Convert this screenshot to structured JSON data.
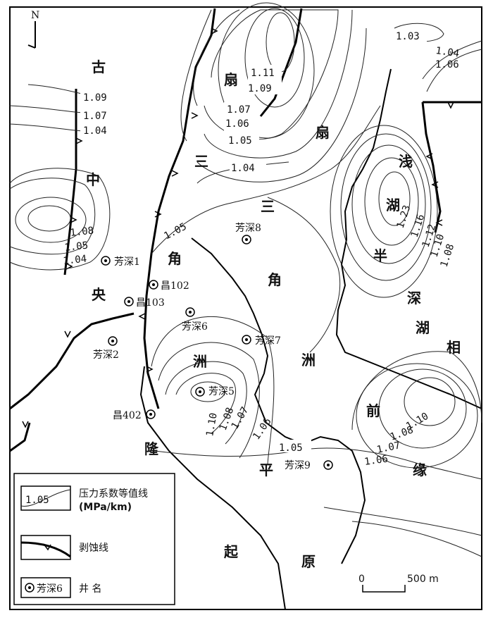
{
  "north_label": "N",
  "regions": [
    {
      "id": "gu",
      "text": "古"
    },
    {
      "id": "zhong",
      "text": "中"
    },
    {
      "id": "yang",
      "text": "央"
    },
    {
      "id": "long",
      "text": "隆"
    },
    {
      "id": "qi",
      "text": "起"
    },
    {
      "id": "shan1",
      "text": "扇"
    },
    {
      "id": "shan2",
      "text": "扇"
    },
    {
      "id": "san1",
      "text": "三"
    },
    {
      "id": "jiao1",
      "text": "角"
    },
    {
      "id": "san2",
      "text": "三"
    },
    {
      "id": "jiao2",
      "text": "角"
    },
    {
      "id": "zhou1",
      "text": "洲"
    },
    {
      "id": "zhou2",
      "text": "洲"
    },
    {
      "id": "ping",
      "text": "平"
    },
    {
      "id": "yuan",
      "text": "原"
    },
    {
      "id": "qian1",
      "text": "浅"
    },
    {
      "id": "hu1",
      "text": "湖"
    },
    {
      "id": "ban",
      "text": "半"
    },
    {
      "id": "shen",
      "text": "深"
    },
    {
      "id": "hu2",
      "text": "湖"
    },
    {
      "id": "xiang",
      "text": "相"
    },
    {
      "id": "qian2",
      "text": "前"
    },
    {
      "id": "yuan2",
      "text": "缘"
    }
  ],
  "isolines": [
    {
      "id": "c1",
      "text": "1.09"
    },
    {
      "id": "c2",
      "text": "1.07"
    },
    {
      "id": "c3",
      "text": "1.04"
    },
    {
      "id": "c4",
      "text": "1.08"
    },
    {
      "id": "c5",
      "text": "1.05"
    },
    {
      "id": "c6",
      "text": "1.04"
    },
    {
      "id": "c7",
      "text": "1.11"
    },
    {
      "id": "c8",
      "text": "1.09"
    },
    {
      "id": "c9",
      "text": "1.07"
    },
    {
      "id": "c10",
      "text": "1.06"
    },
    {
      "id": "c11",
      "text": "1.05"
    },
    {
      "id": "c12",
      "text": "1.04"
    },
    {
      "id": "c13",
      "text": "1.05"
    },
    {
      "id": "c14",
      "text": "1.03"
    },
    {
      "id": "c15",
      "text": "1.04"
    },
    {
      "id": "c16",
      "text": "1.06"
    },
    {
      "id": "c17",
      "text": "1.23"
    },
    {
      "id": "c18",
      "text": "1.16"
    },
    {
      "id": "c19",
      "text": "1.12"
    },
    {
      "id": "c20",
      "text": "1.10"
    },
    {
      "id": "c21",
      "text": "1.08"
    },
    {
      "id": "c22",
      "text": "1.10"
    },
    {
      "id": "c23",
      "text": "1.08"
    },
    {
      "id": "c24",
      "text": "1.07"
    },
    {
      "id": "c25",
      "text": "1.06"
    },
    {
      "id": "c26",
      "text": "1.10"
    },
    {
      "id": "c27",
      "text": "1.08"
    },
    {
      "id": "c28",
      "text": "1.07"
    },
    {
      "id": "c29",
      "text": "1.06"
    },
    {
      "id": "c30",
      "text": "1.05"
    }
  ],
  "wells": [
    {
      "id": "fs1",
      "text": "芳深1"
    },
    {
      "id": "c102",
      "text": "昌102"
    },
    {
      "id": "c103",
      "text": "昌103"
    },
    {
      "id": "fs2",
      "text": "芳深2"
    },
    {
      "id": "fs6",
      "text": "芳深6"
    },
    {
      "id": "fs7",
      "text": "芳深7"
    },
    {
      "id": "fs5",
      "text": "芳深5"
    },
    {
      "id": "c402",
      "text": "昌402"
    },
    {
      "id": "fs8",
      "text": "芳深8"
    },
    {
      "id": "fs9",
      "text": "芳深9"
    }
  ],
  "legend": {
    "isoline_sample": "1.05",
    "isoline_label": "压力系数等值线",
    "isoline_unit": "(MPa/km)",
    "erosion_label": "剥蚀线",
    "well_sample": "芳深6",
    "well_label": "井    名"
  },
  "scale": {
    "zero": "0",
    "distance": "500 m"
  }
}
